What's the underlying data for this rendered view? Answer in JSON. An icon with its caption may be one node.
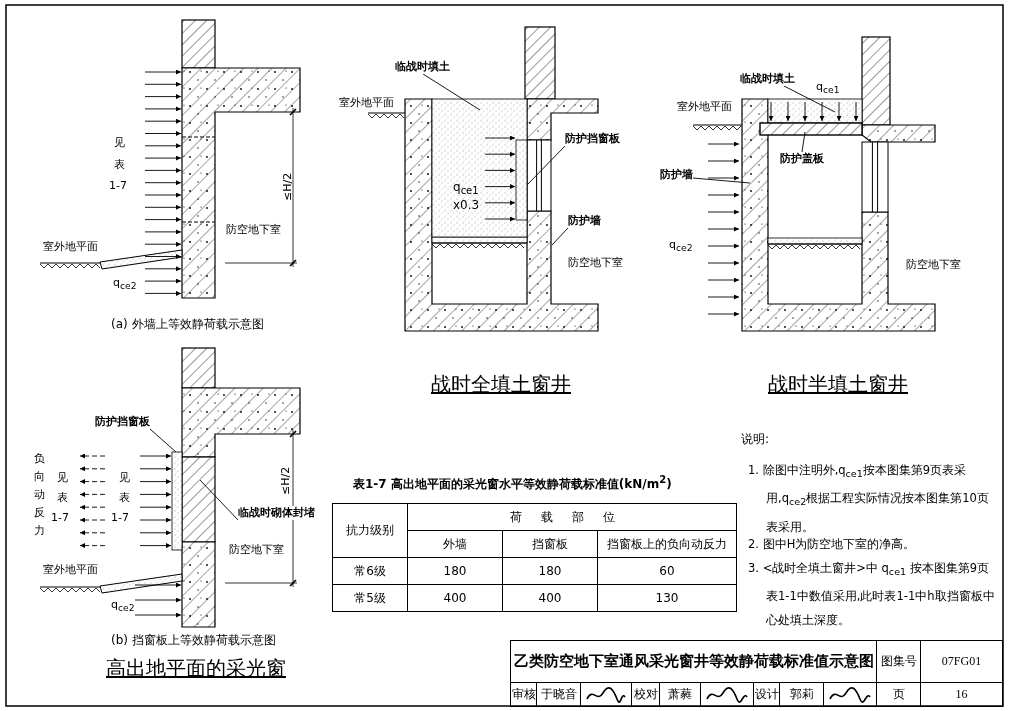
{
  "diagram": {
    "title": "乙类防空地下室通风采光窗井等效静荷载标准值示意图",
    "nodes": [
      {
        "text": [
          "临战时填土"
        ]
      },
      {
        "text": [
          "防护挡窗板"
        ]
      },
      {
        "text": [
          "防护墙"
        ]
      },
      {
        "text": [
          "临战时填土"
        ]
      },
      {
        "text": [
          "防护盖板"
        ]
      },
      {
        "text": [
          "防护墙"
        ]
      },
      {
        "text": [
          "防护挡窗板"
        ]
      },
      {
        "text": [
          "临战时砌体封堵"
        ]
      },
      {
        "text": [],
        "shape": "box"
      },
      {
        "text": [],
        "shape": "box",
        "in": 8
      }
    ],
    "edges": [
      {
        "from": 0,
        "to": 8,
        "arrow": "none"
      },
      {
        "from": 1,
        "to": 9,
        "arrow": "none"
      },
      {
        "from": 2,
        "to": null,
        "arrow": "none"
      },
      {
        "from": 3,
        "to": null,
        "arrow": "none"
      },
      {
        "from": 4,
        "to": null,
        "arrow": "none"
      },
      {
        "from": 5,
        "to": null,
        "arrow": "none"
      },
      {
        "from": 6,
        "to": null,
        "arrow": "none"
      },
      {
        "from": 7,
        "to": null,
        "arrow": "none"
      }
    ],
    "labels": [
      "见",
      "表",
      "1-7",
      "室外地平面",
      "防空地下室",
      "≤H/2",
      "q$_{ce2}$",
      "(a) 外墙上等效静荷载示意图",
      "室外地平面",
      "q$_{ce1}$ x0.3",
      "防空地下室",
      "q$_{ce1}$",
      "室外地平面",
      "q$_{ce2}$",
      "防空地下室",
      "战时全填土窗井",
      "战时半填土窗井",
      "负向动反力",
      "见",
      "表",
      "1-7",
      "见",
      "表",
      "1-7",
      "≤H/2",
      "防空地下室",
      "室外地平面",
      "q$_{ce2}$",
      "(b) 挡窗板上等效静荷载示意图",
      "高出地平面的采光窗",
      "表1-7 高出地平面的采光窗水平等效静荷载标准值(kN/m$^{2}$)",
      "抗力级别",
      "荷载部位",
      "外墙",
      "挡窗板",
      "挡窗板上的负向动反力",
      "常6级",
      "180",
      "180",
      "60",
      "常5级",
      "400",
      "400",
      "130",
      "说明:",
      "1. 除图中注明外,q$_{ce1}$按本图集第9页表采用,q$_{ce2}$根据工程实际情况按本图集第10页表采用。",
      "2. 图中H为防空地下室的净高。",
      "3. <战时全填土窗井>中 q$_{ce1}$ 按本图集第9页表1-1中数值采用,此时表1-1中h取挡窗板中心处填土深度。",
      "图集号",
      "07FG01",
      "审核",
      "于晓音",
      "校对",
      "萧蕤",
      "设计",
      "郭莉",
      "页",
      "16"
    ]
  }
}
